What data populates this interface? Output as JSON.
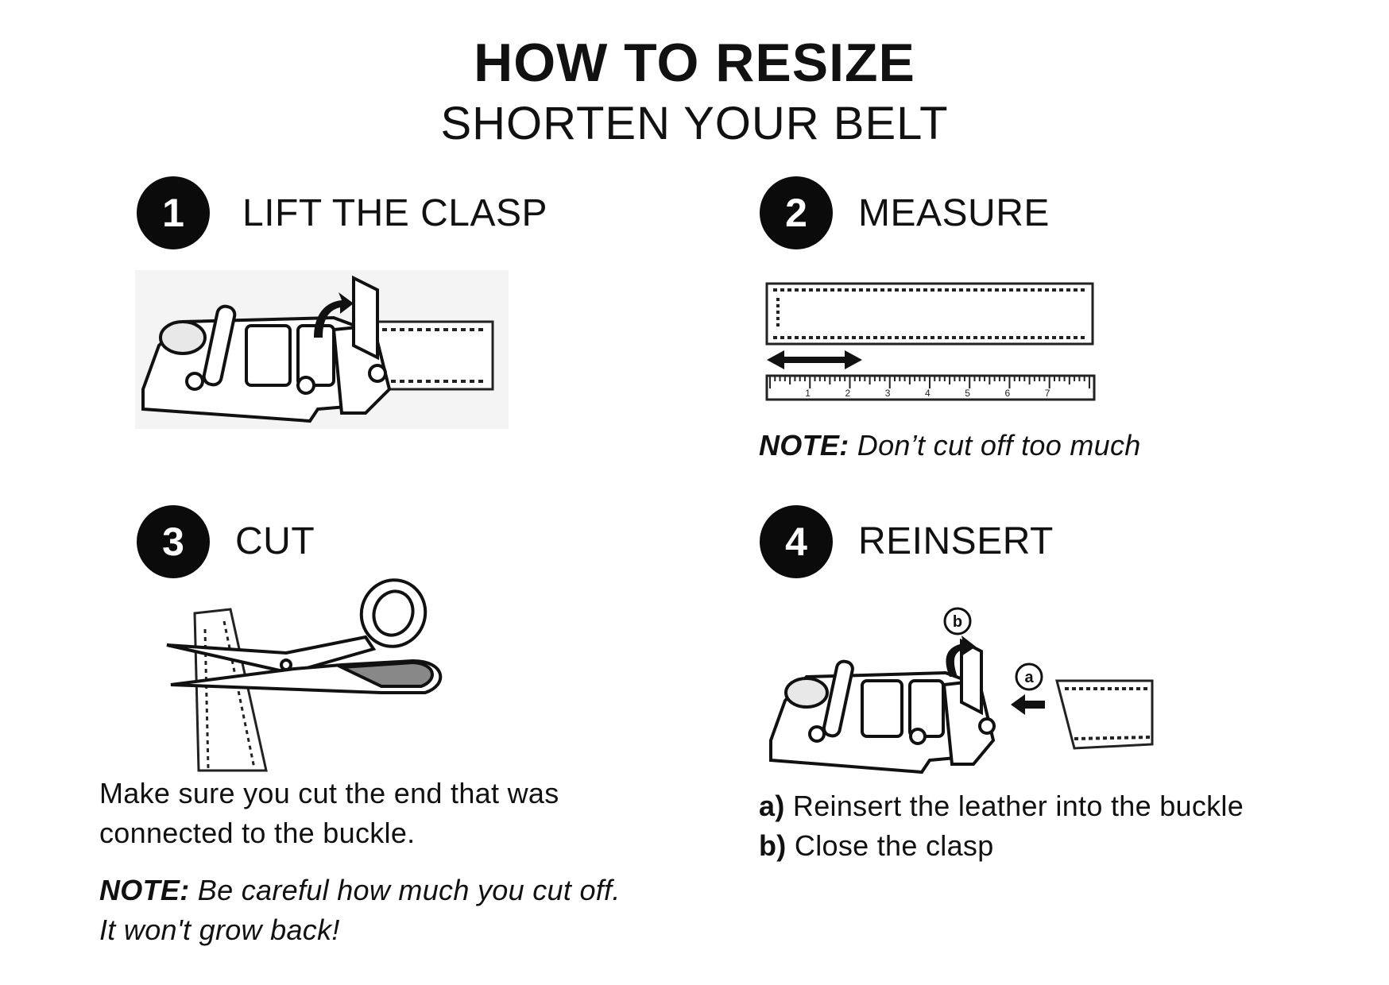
{
  "header": {
    "title": "HOW TO RESIZE",
    "subtitle": "SHORTEN YOUR BELT"
  },
  "steps": [
    {
      "number": "1",
      "title": "LIFT THE CLASP"
    },
    {
      "number": "2",
      "title": "MEASURE"
    },
    {
      "number": "3",
      "title": "CUT"
    },
    {
      "number": "4",
      "title": "REINSERT"
    }
  ],
  "measure": {
    "note_label": "NOTE:",
    "note_text": " Don’t cut off too much",
    "ruler_numbers": [
      "1",
      "2",
      "3",
      "4",
      "5",
      "6",
      "7"
    ]
  },
  "cut": {
    "instruction_line1": "Make sure you cut the end that was",
    "instruction_line2": "connected to the buckle.",
    "note_label": "NOTE:",
    "note_line1": " Be careful how much you cut off.",
    "note_line2": "It won't grow back!"
  },
  "reinsert": {
    "marker_a": "a",
    "marker_b": "b",
    "item_a_label": "a)",
    "item_a_text": " Reinsert the leather into the buckle",
    "item_b_label": "b)",
    "item_b_text": " Close the clasp"
  }
}
